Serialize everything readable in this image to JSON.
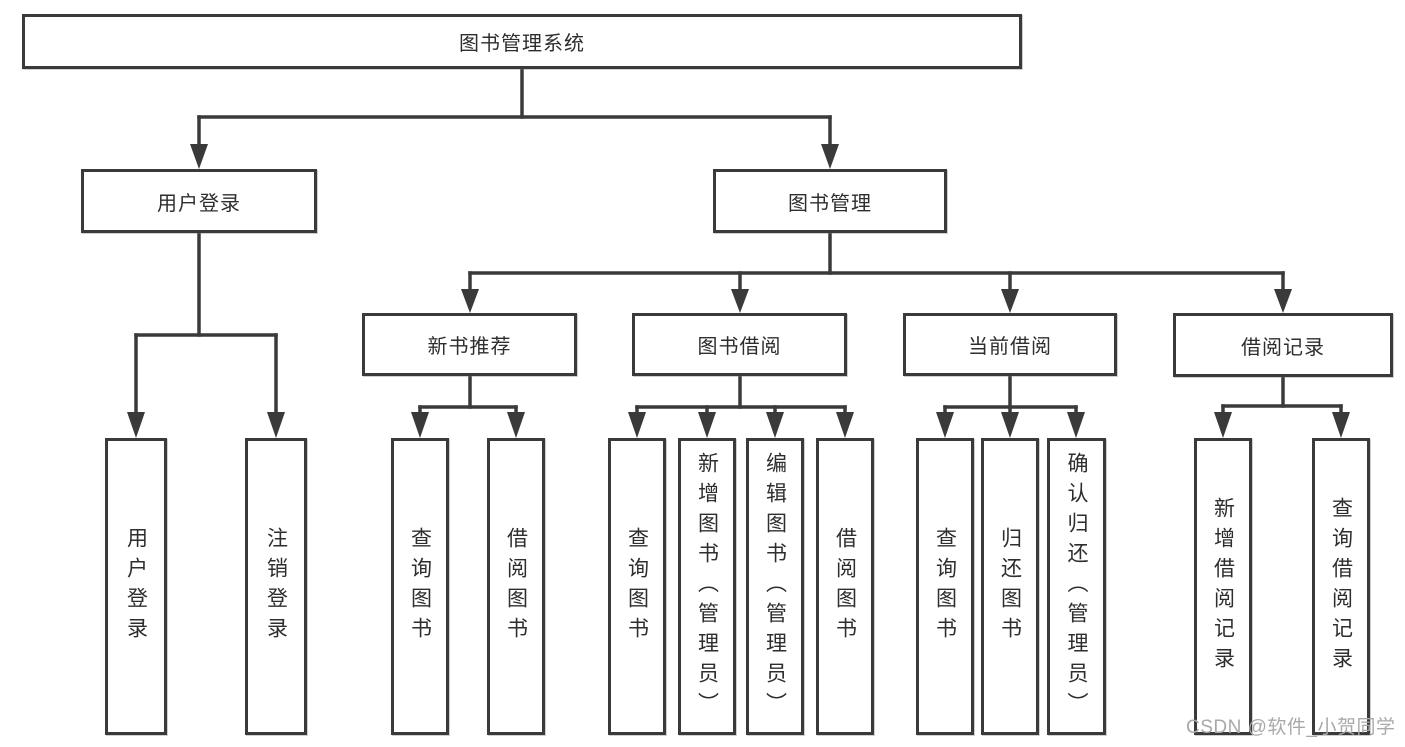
{
  "diagram": {
    "type": "hierarchy-tree",
    "orientation": "top-down"
  },
  "colors": {
    "background": "#ffffff",
    "line": "#3a3a3a",
    "box_border": "#3a3a3a",
    "box_fill": "#ffffff",
    "text": "#2e2e2e",
    "watermark": "#a9a9a9"
  },
  "nodes": {
    "root": {
      "label": "图书管理系统"
    },
    "user_login": {
      "label": "用户登录"
    },
    "book_management": {
      "label": "图书管理"
    },
    "new_book_recommend": {
      "label": "新书推荐"
    },
    "book_borrow": {
      "label": "图书借阅"
    },
    "current_borrow": {
      "label": "当前借阅"
    },
    "borrow_record": {
      "label": "借阅记录"
    }
  },
  "leaves": [
    {
      "label": "用户登录",
      "parent": "用户登录"
    },
    {
      "label": "注销登录",
      "parent": "用户登录"
    },
    {
      "label": "查询图书",
      "parent": "新书推荐"
    },
    {
      "label": "借阅图书",
      "parent": "新书推荐"
    },
    {
      "label": "查询图书",
      "parent": "图书借阅"
    },
    {
      "label": "新增图书（管理员）",
      "parent": "图书借阅"
    },
    {
      "label": "编辑图书（管理员）",
      "parent": "图书借阅"
    },
    {
      "label": "借阅图书",
      "parent": "图书借阅"
    },
    {
      "label": "查询图书",
      "parent": "当前借阅"
    },
    {
      "label": "归还图书",
      "parent": "当前借阅"
    },
    {
      "label": "确认归还（管理员）",
      "parent": "当前借阅"
    },
    {
      "label": "新增借阅记录",
      "parent": "借阅记录"
    },
    {
      "label": "查询借阅记录",
      "parent": "借阅记录"
    }
  ],
  "watermark": {
    "text": "CSDN @软件_小贺同学"
  }
}
